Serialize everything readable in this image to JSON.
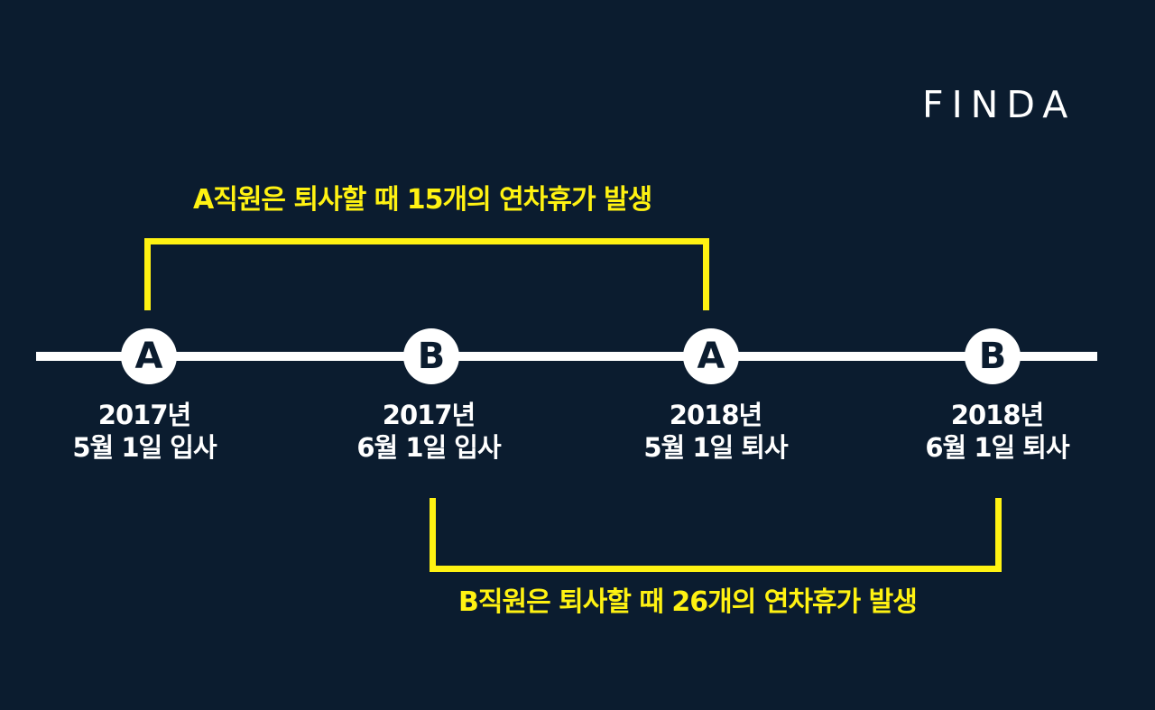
{
  "logo": {
    "text": "FINDA"
  },
  "colors": {
    "background": "#0b1c2f",
    "accent": "#fff212",
    "line": "#ffffff"
  },
  "captions": {
    "a": "A직원은 퇴사할 때 15개의 연차휴가 발생",
    "b": "B직원은 퇴사할 때 26개의 연차휴가 발생"
  },
  "events": [
    {
      "marker": "A",
      "line1": "2017년",
      "line2": "5월 1일 입사"
    },
    {
      "marker": "B",
      "line1": "2017년",
      "line2": "6월 1일 입사"
    },
    {
      "marker": "A",
      "line1": "2018년",
      "line2": "5월 1일 퇴사"
    },
    {
      "marker": "B",
      "line1": "2018년",
      "line2": "6월 1일 퇴사"
    }
  ]
}
